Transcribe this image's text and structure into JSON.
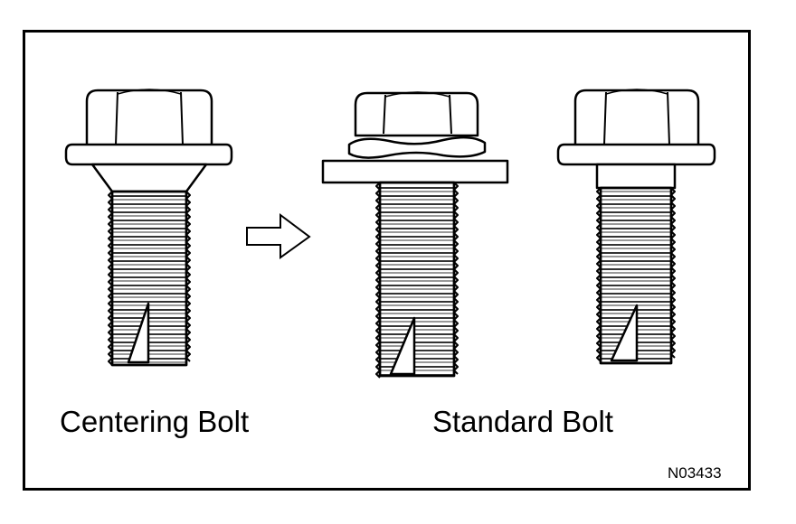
{
  "labels": {
    "centering": "Centering Bolt",
    "standard": "Standard Bolt"
  },
  "figure_id": "N03433",
  "colors": {
    "ink": "#000000",
    "paper": "#ffffff"
  }
}
